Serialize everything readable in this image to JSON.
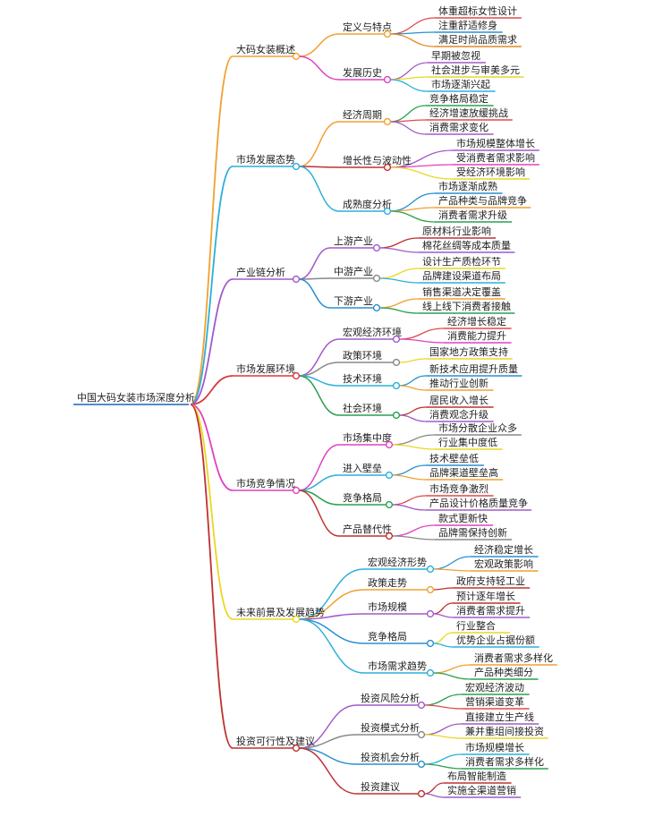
{
  "colors": {
    "root": "#3a7bbf",
    "branches": [
      "#f0a030",
      "#2ab0d8",
      "#a05ac8",
      "#d83a3a",
      "#e040c0",
      "#e8d820",
      "#c03030"
    ]
  },
  "root": {
    "label": "中国大码女装市场深度分析"
  },
  "branches": [
    {
      "label": "大码女装概述",
      "children": [
        {
          "label": "定义与特点",
          "color": "#f0a030",
          "leaves": [
            {
              "label": "体重超标女性设计",
              "color": "#e04a4a"
            },
            {
              "label": "注重舒适修身",
              "color": "#2a8fd0"
            },
            {
              "label": "满足时尚品质需求",
              "color": "#e08a20"
            }
          ]
        },
        {
          "label": "发展历史",
          "color": "#e040c0",
          "leaves": [
            {
              "label": "早期被忽视",
              "color": "#a05ac8"
            },
            {
              "label": "社会进步与审美多元",
              "color": "#e8d820"
            },
            {
              "label": "市场逐渐兴起",
              "color": "#2ab0d8"
            }
          ]
        }
      ]
    },
    {
      "label": "市场发展态势",
      "children": [
        {
          "label": "经济周期",
          "color": "#f0a030",
          "leaves": [
            {
              "label": "竞争格局稳定",
              "color": "#2aa050"
            },
            {
              "label": "经济增速放缓挑战",
              "color": "#e04a4a"
            },
            {
              "label": "消费需求变化",
              "color": "#a05ac8"
            }
          ]
        },
        {
          "label": "增长性与波动性",
          "color": "#c03030",
          "leaves": [
            {
              "label": "市场规模整体增长",
              "color": "#a05ac8"
            },
            {
              "label": "受消费者需求影响",
              "color": "#e040c0"
            },
            {
              "label": "受经济环境影响",
              "color": "#e8d820"
            }
          ]
        },
        {
          "label": "成熟度分析",
          "color": "#2ab0d8",
          "leaves": [
            {
              "label": "市场逐渐成熟",
              "color": "#2a8fd0"
            },
            {
              "label": "产品种类与品牌竞争",
              "color": "#f0a030"
            },
            {
              "label": "消费者需求升级",
              "color": "#2aa050"
            }
          ]
        }
      ]
    },
    {
      "label": "产业链分析",
      "children": [
        {
          "label": "上游产业",
          "color": "#a05ac8",
          "leaves": [
            {
              "label": "原材料行业影响",
              "color": "#c03030"
            },
            {
              "label": "棉花丝绸等成本质量",
              "color": "#a05ac8"
            }
          ]
        },
        {
          "label": "中游产业",
          "color": "#888888",
          "leaves": [
            {
              "label": "设计生产质检环节",
              "color": "#e8d820"
            },
            {
              "label": "品牌建设渠道布局",
              "color": "#2ab0d8"
            }
          ]
        },
        {
          "label": "下游产业",
          "color": "#2a8fd0",
          "leaves": [
            {
              "label": "销售渠道决定覆盖",
              "color": "#f0a030"
            },
            {
              "label": "线上线下消费者接触",
              "color": "#2aa050"
            }
          ]
        }
      ]
    },
    {
      "label": "市场发展环境",
      "children": [
        {
          "label": "宏观经济环境",
          "color": "#a05ac8",
          "leaves": [
            {
              "label": "经济增长稳定",
              "color": "#e04a4a"
            },
            {
              "label": "消费能力提升",
              "color": "#e040c0"
            }
          ]
        },
        {
          "label": "政策环境",
          "color": "#888888",
          "leaves": [
            {
              "label": "国家地方政策支持",
              "color": "#e8d820"
            }
          ]
        },
        {
          "label": "技术环境",
          "color": "#2ab0d8",
          "leaves": [
            {
              "label": "新技术应用提升质量",
              "color": "#2a8fd0"
            },
            {
              "label": "推动行业创新",
              "color": "#f0a030"
            }
          ]
        },
        {
          "label": "社会环境",
          "color": "#2aa050",
          "leaves": [
            {
              "label": "居民收入增长",
              "color": "#c03030"
            },
            {
              "label": "消费观念升级",
              "color": "#a05ac8"
            }
          ]
        }
      ]
    },
    {
      "label": "市场竞争情况",
      "children": [
        {
          "label": "市场集中度",
          "color": "#e040c0",
          "leaves": [
            {
              "label": "市场分散企业众多",
              "color": "#888888"
            },
            {
              "label": "行业集中度低",
              "color": "#e8d820"
            }
          ]
        },
        {
          "label": "进入壁垒",
          "color": "#2ab0d8",
          "leaves": [
            {
              "label": "技术壁垒低",
              "color": "#2a8fd0"
            },
            {
              "label": "品牌渠道壁垒高",
              "color": "#f0a030"
            }
          ]
        },
        {
          "label": "竞争格局",
          "color": "#2aa050",
          "leaves": [
            {
              "label": "市场竞争激烈",
              "color": "#e04a4a"
            },
            {
              "label": "产品设计价格质量竞争",
              "color": "#a05ac8"
            }
          ]
        },
        {
          "label": "产品替代性",
          "color": "#c03030",
          "leaves": [
            {
              "label": "款式更新快",
              "color": "#e040c0"
            },
            {
              "label": "品牌需保持创新",
              "color": "#888888"
            }
          ]
        }
      ]
    },
    {
      "label": "未来前景及发展趋势",
      "children": [
        {
          "label": "宏观经济形势",
          "color": "#2ab0d8",
          "leaves": [
            {
              "label": "经济稳定增长",
              "color": "#2a8fd0"
            },
            {
              "label": "宏观政策影响",
              "color": "#f0a030"
            }
          ]
        },
        {
          "label": "政策走势",
          "color": "#f0a030",
          "leaves": [
            {
              "label": "政府支持轻工业",
              "color": "#c03030"
            }
          ]
        },
        {
          "label": "市场规模",
          "color": "#a05ac8",
          "leaves": [
            {
              "label": "预计逐年增长",
              "color": "#c03030"
            },
            {
              "label": "消费者需求提升",
              "color": "#a05ac8"
            }
          ]
        },
        {
          "label": "竞争格局",
          "color": "#2a8fd0",
          "leaves": [
            {
              "label": "行业整合",
              "color": "#e8d820"
            },
            {
              "label": "优势企业占据份额",
              "color": "#2ab0d8"
            }
          ]
        },
        {
          "label": "市场需求趋势",
          "color": "#2ab0d8",
          "leaves": [
            {
              "label": "消费者需求多样化",
              "color": "#f0a030"
            },
            {
              "label": "产品种类细分",
              "color": "#2aa050"
            }
          ]
        }
      ]
    },
    {
      "label": "投资可行性及建议",
      "children": [
        {
          "label": "投资风险分析",
          "color": "#a05ac8",
          "leaves": [
            {
              "label": "宏观经济波动",
              "color": "#2aa050"
            },
            {
              "label": "营销渠道变革",
              "color": "#e04a4a"
            }
          ]
        },
        {
          "label": "投资模式分析",
          "color": "#888888",
          "leaves": [
            {
              "label": "直接建立生产线",
              "color": "#a05ac8"
            },
            {
              "label": "兼并重组间接投资",
              "color": "#e8d820"
            }
          ]
        },
        {
          "label": "投资机会分析",
          "color": "#2a8fd0",
          "leaves": [
            {
              "label": "市场规模增长",
              "color": "#2ab0d8"
            },
            {
              "label": "消费者需求多样化",
              "color": "#2aa050"
            }
          ]
        },
        {
          "label": "投资建议",
          "color": "#c03030",
          "leaves": [
            {
              "label": "布局智能制造",
              "color": "#c03030"
            },
            {
              "label": "实施全渠道营销",
              "color": "#a05ac8"
            }
          ]
        }
      ]
    }
  ]
}
